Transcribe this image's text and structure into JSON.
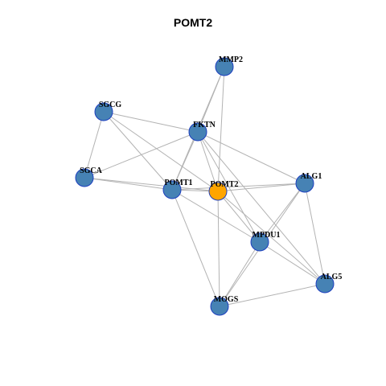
{
  "title": "POMT2",
  "colors": {
    "default_node": "#4682b4",
    "focus_node": "#ffa500",
    "node_border": "#1d3fbf",
    "edge": "#b3b3b3"
  },
  "nodes": [
    {
      "id": "MMP2",
      "label": "MMP2",
      "focus": false
    },
    {
      "id": "SGCG",
      "label": "SGCG",
      "focus": false
    },
    {
      "id": "FKTN",
      "label": "FKTN",
      "focus": false
    },
    {
      "id": "SGCA",
      "label": "SGCA",
      "focus": false
    },
    {
      "id": "POMT1",
      "label": "POMT1",
      "focus": false
    },
    {
      "id": "POMT2",
      "label": "POMT2",
      "focus": true
    },
    {
      "id": "ALG1",
      "label": "ALG1",
      "focus": false
    },
    {
      "id": "MPDU1",
      "label": "MPDU1",
      "focus": false
    },
    {
      "id": "ALG5",
      "label": "ALG5",
      "focus": false
    },
    {
      "id": "MOGS",
      "label": "MOGS",
      "focus": false
    }
  ],
  "edges": [
    [
      "MMP2",
      "FKTN"
    ],
    [
      "MMP2",
      "POMT2"
    ],
    [
      "MMP2",
      "POMT1"
    ],
    [
      "SGCG",
      "SGCA"
    ],
    [
      "SGCG",
      "FKTN"
    ],
    [
      "SGCG",
      "POMT1"
    ],
    [
      "SGCG",
      "POMT2"
    ],
    [
      "FKTN",
      "SGCA"
    ],
    [
      "FKTN",
      "POMT1"
    ],
    [
      "FKTN",
      "POMT2"
    ],
    [
      "FKTN",
      "ALG1"
    ],
    [
      "FKTN",
      "MPDU1"
    ],
    [
      "FKTN",
      "ALG5"
    ],
    [
      "SGCA",
      "POMT1"
    ],
    [
      "SGCA",
      "POMT2"
    ],
    [
      "POMT1",
      "POMT2"
    ],
    [
      "POMT1",
      "ALG1"
    ],
    [
      "POMT1",
      "MPDU1"
    ],
    [
      "POMT1",
      "MOGS"
    ],
    [
      "POMT2",
      "ALG1"
    ],
    [
      "POMT2",
      "MPDU1"
    ],
    [
      "POMT2",
      "MOGS"
    ],
    [
      "POMT2",
      "ALG5"
    ],
    [
      "ALG1",
      "MPDU1"
    ],
    [
      "ALG1",
      "ALG5"
    ],
    [
      "ALG1",
      "MOGS"
    ],
    [
      "MPDU1",
      "ALG5"
    ],
    [
      "MPDU1",
      "MOGS"
    ],
    [
      "ALG5",
      "MOGS"
    ]
  ]
}
